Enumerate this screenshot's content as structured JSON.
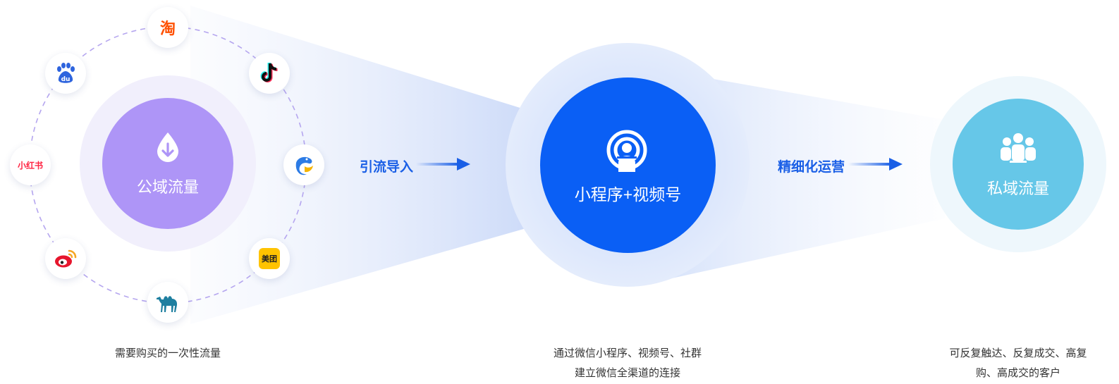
{
  "stages": {
    "public": {
      "title": "公域流量",
      "caption": "需要购买的一次性流量"
    },
    "middle": {
      "title": "小程序+视频号",
      "caption_line1": "通过微信小程序、视频号、社群",
      "caption_line2": "建立微信全渠道的连接"
    },
    "private": {
      "title": "私域流量",
      "caption_line1": "可反复触达、反复成交、高复",
      "caption_line2": "购、高成交的客户"
    }
  },
  "flows": {
    "first": "引流导入",
    "second": "精细化运营"
  },
  "platforms": {
    "taobao": "淘",
    "xiaohongshu": "小红书",
    "baidu": "du",
    "meituan": "美团",
    "items": [
      "taobao-icon",
      "douyin-icon",
      "dolphin-icon",
      "meituan-icon",
      "camel-icon",
      "weibo-icon",
      "xiaohongshu-icon",
      "baidu-icon"
    ]
  },
  "colors": {
    "public": "#ae95f7",
    "middle": "#0a5ff5",
    "private": "#66c7e8",
    "flow_text": "#1a5fe6"
  }
}
